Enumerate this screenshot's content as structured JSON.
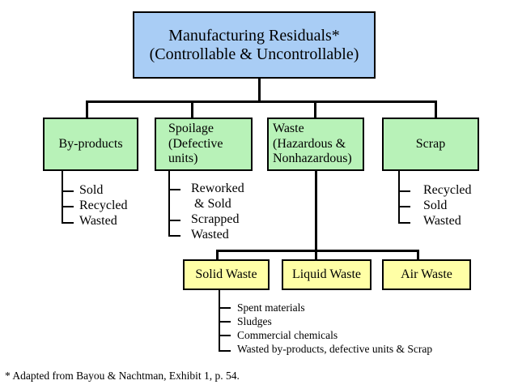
{
  "root": {
    "line1": "Manufacturing Residuals*",
    "line2": "(Controllable & Uncontrollable)"
  },
  "categories": {
    "byproducts": "By-products",
    "spoilage": "Spoilage\n(Defective\n units)",
    "waste": " Waste\n(Hazardous &\nNonhazardous)",
    "scrap": "Scrap"
  },
  "byproducts_items": [
    "Sold",
    "Recycled",
    "Wasted"
  ],
  "spoilage_items": [
    "Reworked",
    " & Sold",
    "Scrapped",
    "Wasted"
  ],
  "scrap_items": [
    "Recycled",
    "Sold",
    "Wasted"
  ],
  "waste_types": {
    "solid": "Solid Waste",
    "liquid": "Liquid Waste",
    "air": "Air Waste"
  },
  "solid_items": [
    "Spent materials",
    "Sludges",
    "Commercial chemicals",
    "Wasted by-products, defective units & Scrap"
  ],
  "footnote": "* Adapted from Bayou & Nachtman, Exhibit 1, p. 54.",
  "colors": {
    "root_fill": "#a9cdf5",
    "category_fill": "#b8f2b8",
    "waste_type_fill": "#ffffa6"
  }
}
